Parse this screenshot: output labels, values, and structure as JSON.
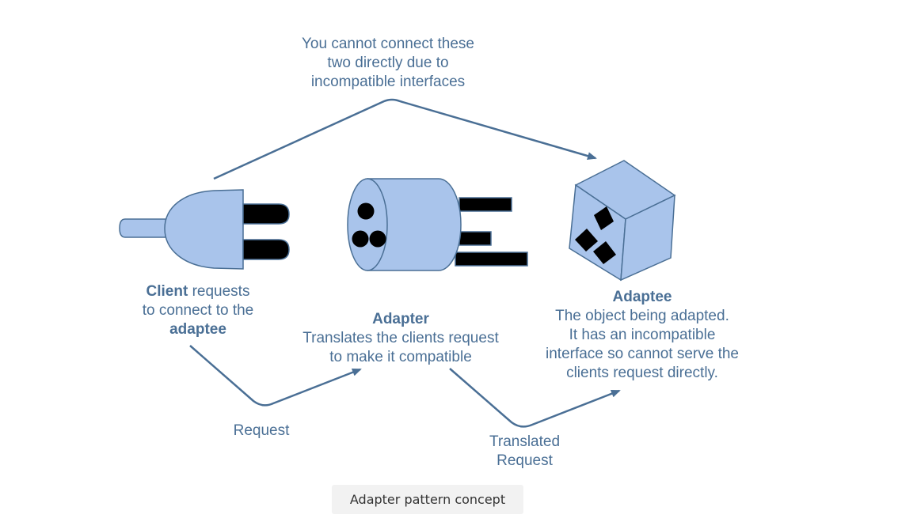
{
  "top_note": {
    "line1": "You cannot connect these",
    "line2": "two directly due to",
    "line3": "incompatible interfaces"
  },
  "client": {
    "bold": "Client",
    "line1_rest": " requests",
    "line2": "to connect to the",
    "line3_bold": "adaptee"
  },
  "adapter": {
    "title": "Adapter",
    "line1": "Translates the clients request",
    "line2": "to make it compatible"
  },
  "adaptee": {
    "title": "Adaptee",
    "line1": "The object being adapted.",
    "line2": "It has an incompatible",
    "line3": "interface so cannot serve the",
    "line4": "clients request directly."
  },
  "arrows": {
    "request": "Request",
    "translated_line1": "Translated",
    "translated_line2": "Request"
  },
  "caption": "Adapter pattern concept",
  "colors": {
    "fill": "#a9c4eb",
    "stroke": "#4a6f95",
    "prong": "#000000",
    "text": "#4a6f95"
  },
  "icons": [
    "plug-icon",
    "adapter-icon",
    "socket-cube-icon"
  ]
}
